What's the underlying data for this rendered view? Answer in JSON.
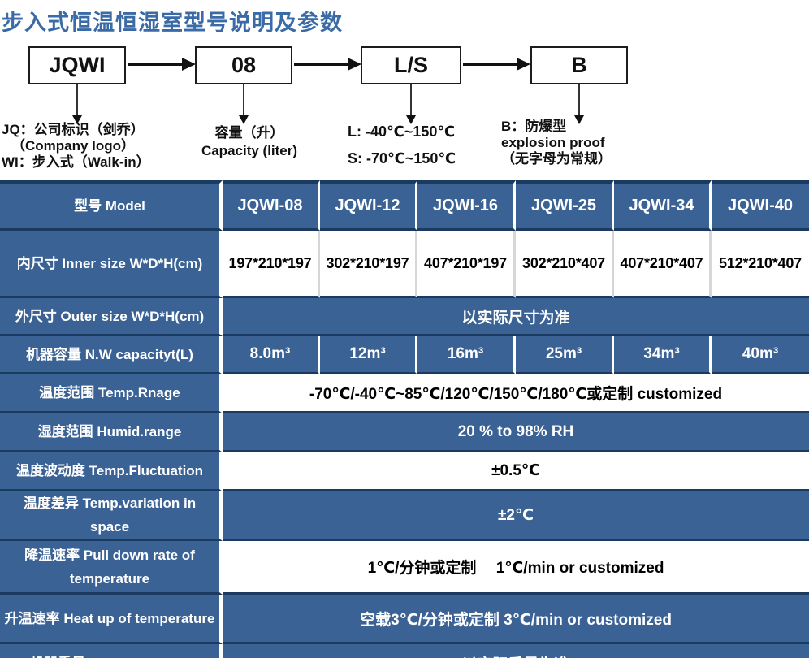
{
  "page_title": "步入式恒温恒湿室型号说明及参数",
  "diagram": {
    "boxes": [
      {
        "label": "JQWI",
        "note_lines": [
          "JQ：公司标识（剑乔）",
          "（Company logo）",
          "WI：步入式（Walk-in）"
        ]
      },
      {
        "label": "08",
        "note_lines": [
          "容量（升）",
          "Capacity (liter)"
        ]
      },
      {
        "label": "L/S",
        "note_lines": [
          "L: -40℃~150℃",
          "S: -70℃~150℃"
        ]
      },
      {
        "label": "B",
        "note_lines": [
          "B：防爆型",
          "explosion proof",
          "（无字母为常规）"
        ]
      }
    ]
  },
  "table": {
    "rows": [
      {
        "label": "型号 Model",
        "tone": "blue",
        "cells": [
          "JQWI-08",
          "JQWI-12",
          "JQWI-16",
          "JQWI-25",
          "JQWI-34",
          "JQWI-40"
        ]
      },
      {
        "label": "内尺寸 Inner size W*D*H(cm)",
        "tone": "white",
        "cells": [
          "197*210*197",
          "302*210*197",
          "407*210*197",
          "302*210*407",
          "407*210*407",
          "512*210*407"
        ]
      },
      {
        "label": "外尺寸 Outer size W*D*H(cm)",
        "tone": "blue",
        "span": "以实际尺寸为准"
      },
      {
        "label": "机器容量 N.W capacityt(L)",
        "tone": "blue",
        "cells": [
          "8.0m³",
          "12m³",
          "16m³",
          "25m³",
          "34m³",
          "40m³"
        ]
      },
      {
        "label": "温度范围 Temp.Rnage",
        "tone": "white",
        "span": "-70℃/-40℃~85℃/120℃/150℃/180℃或定制 customized"
      },
      {
        "label": "湿度范围 Humid.range",
        "tone": "blue",
        "span": "20 % to 98% RH"
      },
      {
        "label": "温度波动度 Temp.Fluctuation",
        "tone": "white",
        "span": "±0.5℃"
      },
      {
        "label": "温度差异 Temp.variation in space",
        "tone": "blue",
        "span": "±2℃"
      },
      {
        "label": "降温速率 Pull down rate of temperature",
        "tone": "white",
        "span": "1℃/分钟或定制　 1℃/min or customized"
      },
      {
        "label": "升温速率 Heat up of temperature",
        "tone": "blue",
        "span": "空载3℃/分钟或定制 3℃/min or customized"
      },
      {
        "label": "机器重量 N.W weight(kg)",
        "tone": "blue",
        "span": "以实际重量为准"
      }
    ]
  },
  "colors": {
    "accent_blue": "#3B6294",
    "separator_navy": "#1B3A60",
    "title_blue": "#3A6BA6",
    "white_divider": "#D6D6D6"
  }
}
